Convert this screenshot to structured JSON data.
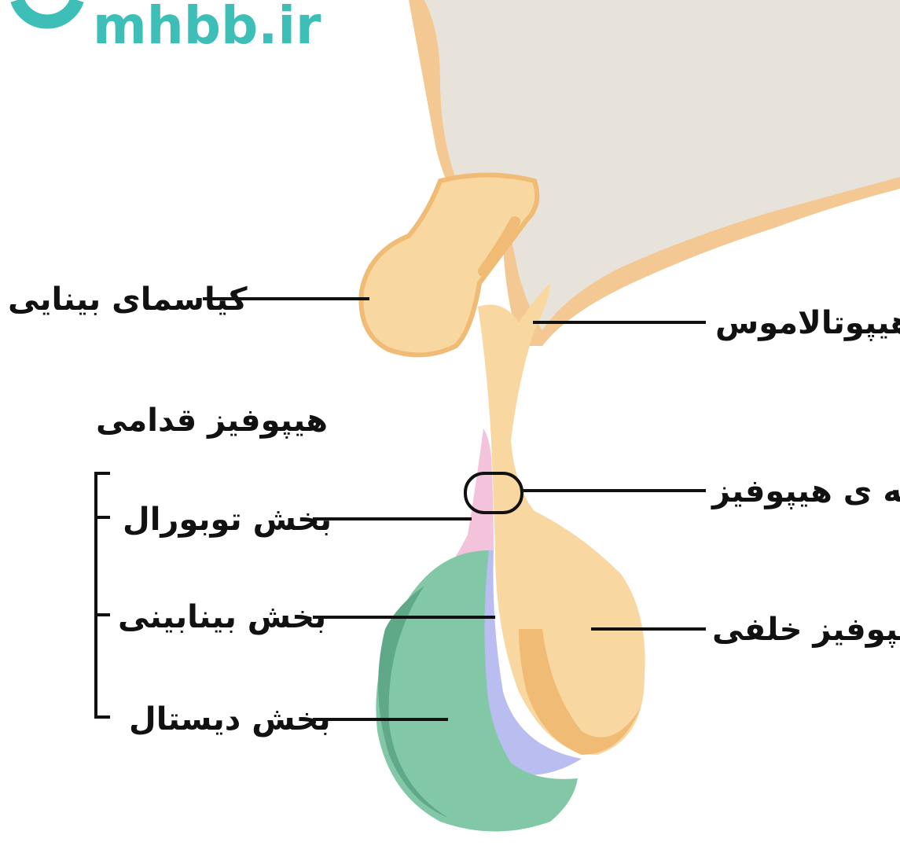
{
  "watermark": {
    "text": "mhbb.ir",
    "color": "#3dbfb8"
  },
  "labels": {
    "optic_chiasm": "کیاسمای بینایی",
    "hypothalamus": "هیپوتالاموس",
    "anterior_pituitary": "هیپوفیز قدامی",
    "pituitary_stalk": "ساقه ی هیپوفیز",
    "pars_tuberalis": "بخش توبورال",
    "pars_intermedia": "بخش بینابینی",
    "pars_distalis": "بخش دیستال",
    "posterior_pituitary": "هیپوفیز خلفی"
  },
  "colors": {
    "brain_tissue": "#e6e1d8",
    "neural_tissue": "#f8d8a0",
    "neural_tissue_dark": "#f0bb74",
    "tuberalis": "#f3c3dc",
    "intermedia": "#b9bdf0",
    "distalis": "#82c8a6",
    "distalis_dark": "#5fa888",
    "leader": "#111111"
  }
}
